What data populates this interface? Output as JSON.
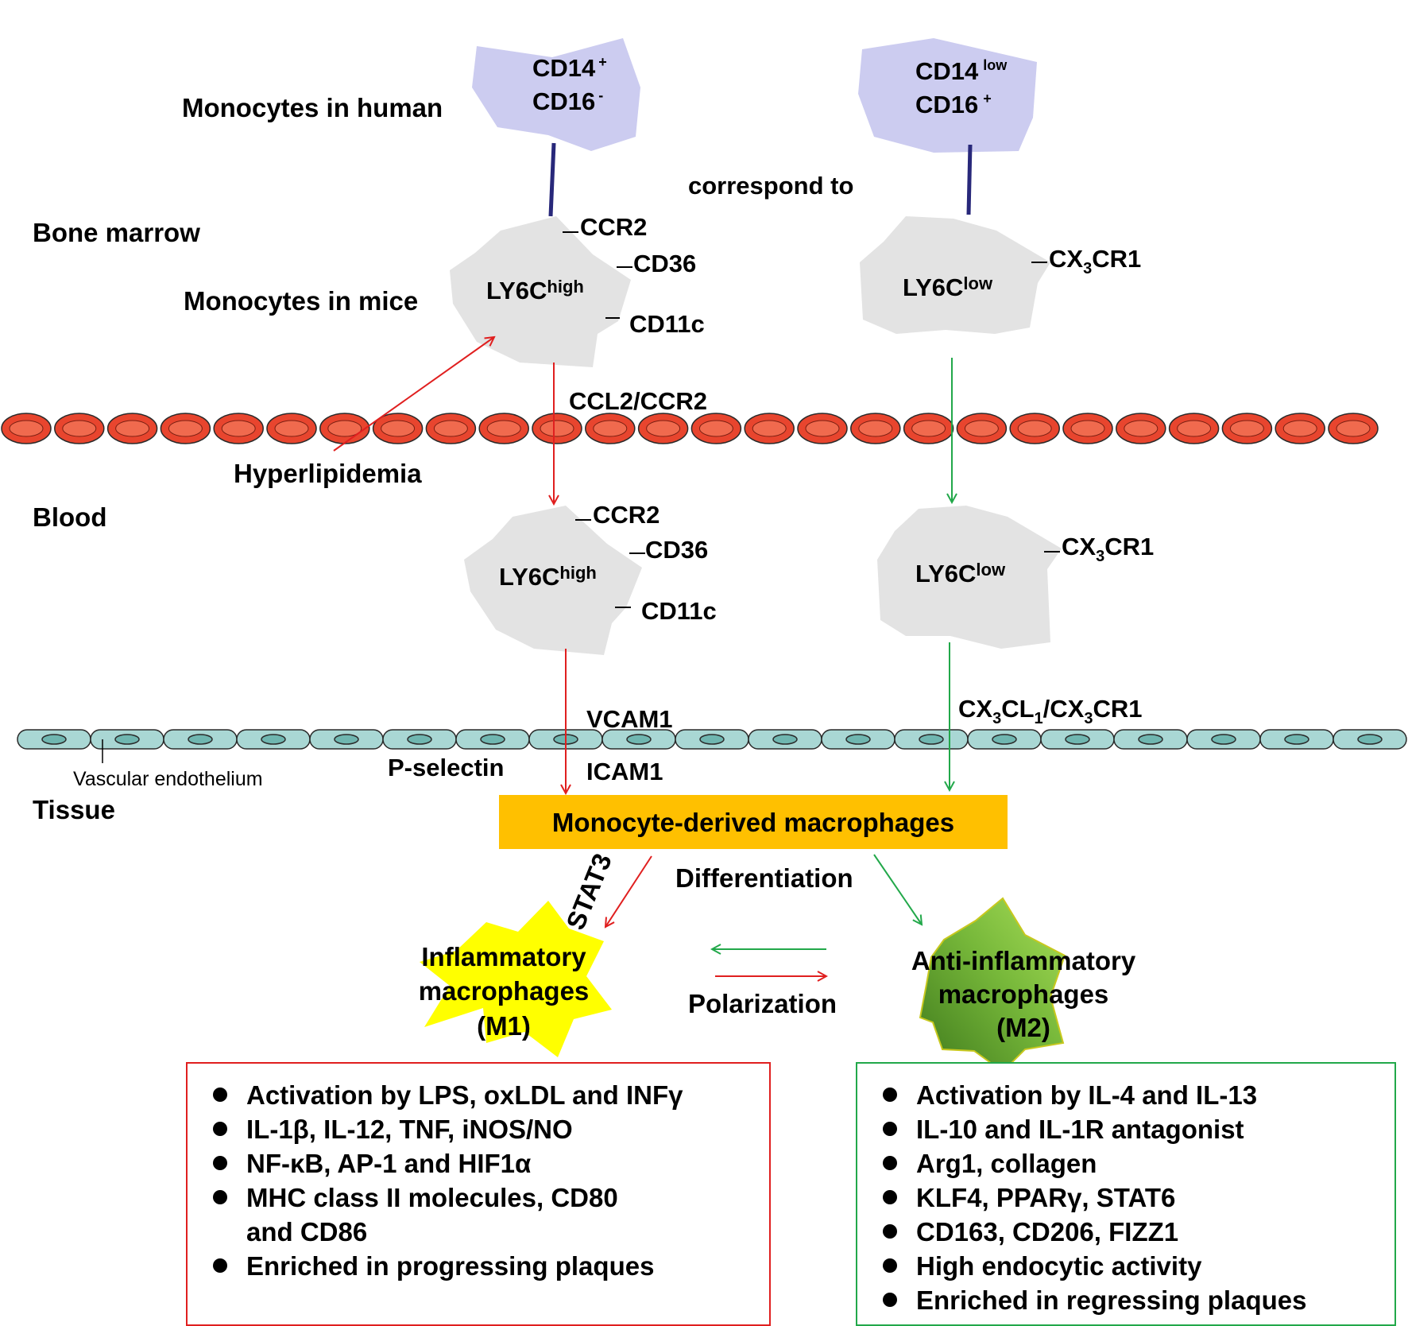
{
  "labels": {
    "monocytes_human": "Monocytes in human",
    "bone_marrow": "Bone marrow",
    "monocytes_mice": "Monocytes in mice",
    "correspond_to": "correspond to",
    "blood": "Blood",
    "tissue": "Tissue",
    "hyperlipidemia": "Hyperlipidemia",
    "vascular_endothelium": "Vascular endothelium",
    "ccl2_ccr2": "CCL2/CCR2",
    "vcam1": "VCAM1",
    "p_selectin": "P-selectin",
    "icam1": "ICAM1",
    "cx3cl1_cx3cr1": {
      "a": "CX",
      "b": "3",
      "c": "CL",
      "d": "1",
      "e": "/CX",
      "f": "3",
      "g": "CR1"
    },
    "differentiation": "Differentiation",
    "polarization": "Polarization",
    "stat3": "STAT3"
  },
  "human_cells": {
    "left": {
      "l1": "CD14",
      "s1": "+",
      "l2": "CD16",
      "s2": "-"
    },
    "right": {
      "l1": "CD14",
      "s1": "low",
      "l2": "CD16",
      "s2": "+"
    }
  },
  "mouse_cells": {
    "high": {
      "base": "LY6C",
      "sup": "high",
      "markers": [
        "CCR2",
        "CD36",
        "CD11c"
      ]
    },
    "low": {
      "base": "LY6C",
      "sup": "low",
      "marker": {
        "a": "CX",
        "b": "3",
        "c": "CR1"
      }
    }
  },
  "macrophage_box": {
    "label": "Monocyte-derived macrophages"
  },
  "m1": {
    "line1": "Inflammatory",
    "line2": "macrophages",
    "line3": "(M1)"
  },
  "m2": {
    "line1": "Anti-inflammatory",
    "line2": "macrophages",
    "line3": "(M2)"
  },
  "m1_list": [
    "Activation by LPS, oxLDL and INFγ",
    "IL-1β, IL-12, TNF, iNOS/NO",
    "NF-κB, AP-1 and HIF1α",
    "MHC class II molecules, CD80\n and CD86",
    "Enriched in progressing plaques"
  ],
  "m2_list": [
    "Activation by IL-4 and IL-13",
    "IL-10  and IL-1R antagonist",
    " Arg1, collagen",
    "KLF4, PPARγ, STAT6",
    "CD163, CD206, FIZZ1",
    "High endocytic activity",
    "Enriched in regressing plaques"
  ],
  "colors": {
    "human_cell": "#ccccf0",
    "mouse_cell": "#e3e3e3",
    "rbc_fill": "#e8452e",
    "rbc_core": "#f06a4e",
    "endo_fill": "#a9d7d4",
    "macrophage_box": "#ffc000",
    "m1_star": "#ffff00",
    "m2_star_light": "#9ed94e",
    "m2_star_dark": "#3f7a1c",
    "red_arrow": "#e01f1f",
    "green_arrow": "#22a84a",
    "link_line": "#28287a"
  }
}
